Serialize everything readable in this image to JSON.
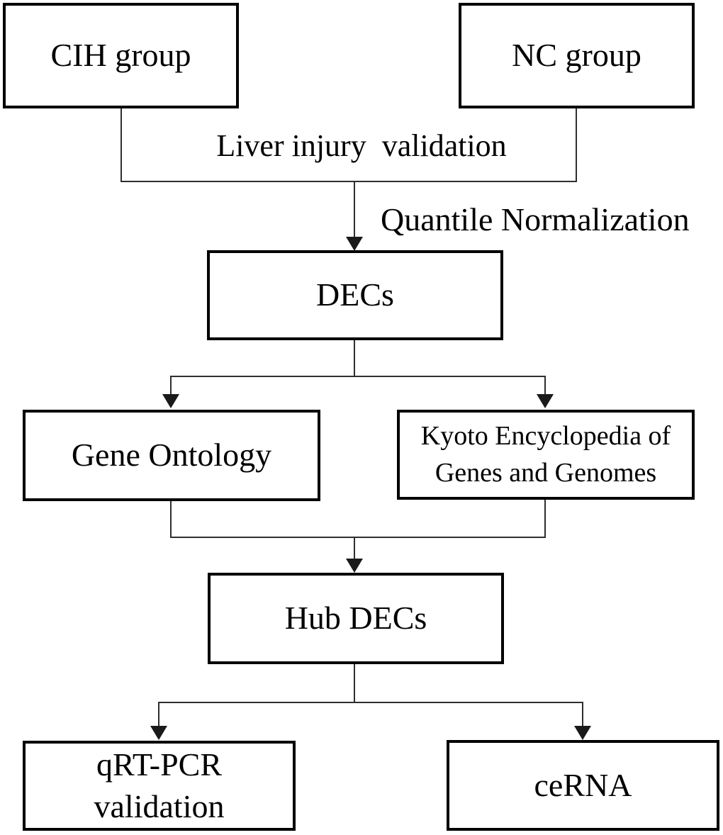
{
  "figure": {
    "type": "flowchart",
    "background": "#ffffff",
    "node_border_color": "#000000",
    "connector_color": "#2e2e2e",
    "text_color": "#000000"
  },
  "nodes": {
    "cih": "CIH group",
    "nc": "NC group",
    "decs": "DECs",
    "gene_ontology": "Gene Ontology",
    "kegg": "Kyoto Encyclopedia of\nGenes and Genomes",
    "hub_decs": "Hub DECs",
    "qrt_pcr": "qRT-PCR\nvalidation",
    "cerna": "ceRNA"
  },
  "edge_labels": {
    "liver_injury": "Liver injury  validation",
    "quantile_normalization": "Quantile Normalization"
  },
  "edges": [
    {
      "from": [
        "cih",
        "nc"
      ],
      "to": "decs",
      "labels": [
        "Liver injury  validation",
        "Quantile Normalization"
      ]
    },
    {
      "from": "decs",
      "to": [
        "gene_ontology",
        "kegg"
      ]
    },
    {
      "from": [
        "gene_ontology",
        "kegg"
      ],
      "to": "hub_decs"
    },
    {
      "from": "hub_decs",
      "to": [
        "qrt_pcr",
        "cerna"
      ]
    }
  ]
}
